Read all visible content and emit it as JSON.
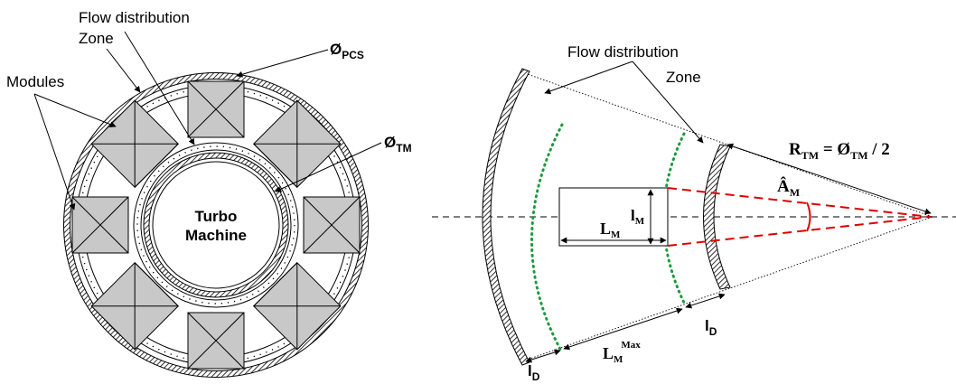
{
  "left_diagram": {
    "flow_zone_label_line1": "Flow distribution",
    "flow_zone_label_line2": "Zone",
    "modules_label": "Modules",
    "pcs_symbol": "Ø",
    "pcs_subscript": "PCS",
    "tm_symbol": "Ø",
    "tm_subscript": "TM",
    "center_label_line1": "Turbo",
    "center_label_line2": "Machine"
  },
  "right_diagram": {
    "flow_zone_label_line1": "Flow distribution",
    "flow_zone_label_line2": "Zone",
    "radius_label": "R",
    "radius_sub": "TM",
    "radius_eq": " = Ø",
    "radius_sub2": "TM",
    "radius_tail": " / 2",
    "angle_label": "Â",
    "angle_sub": "M",
    "lm_height_label": "l",
    "lm_height_sub": "M",
    "lm_length_label": "L",
    "lm_length_sub": "M",
    "ld_label_right": "l",
    "ld_sub_right": "D",
    "ld_label_bottom": "l",
    "ld_sub_bottom": "D",
    "lmax_label": "L",
    "lmax_sub": "M",
    "lmax_sup": "Max"
  },
  "colors": {
    "module_fill": "#c8c8c8",
    "dashed_red": "#e00000",
    "dotted_green": "#1a9a3a"
  }
}
